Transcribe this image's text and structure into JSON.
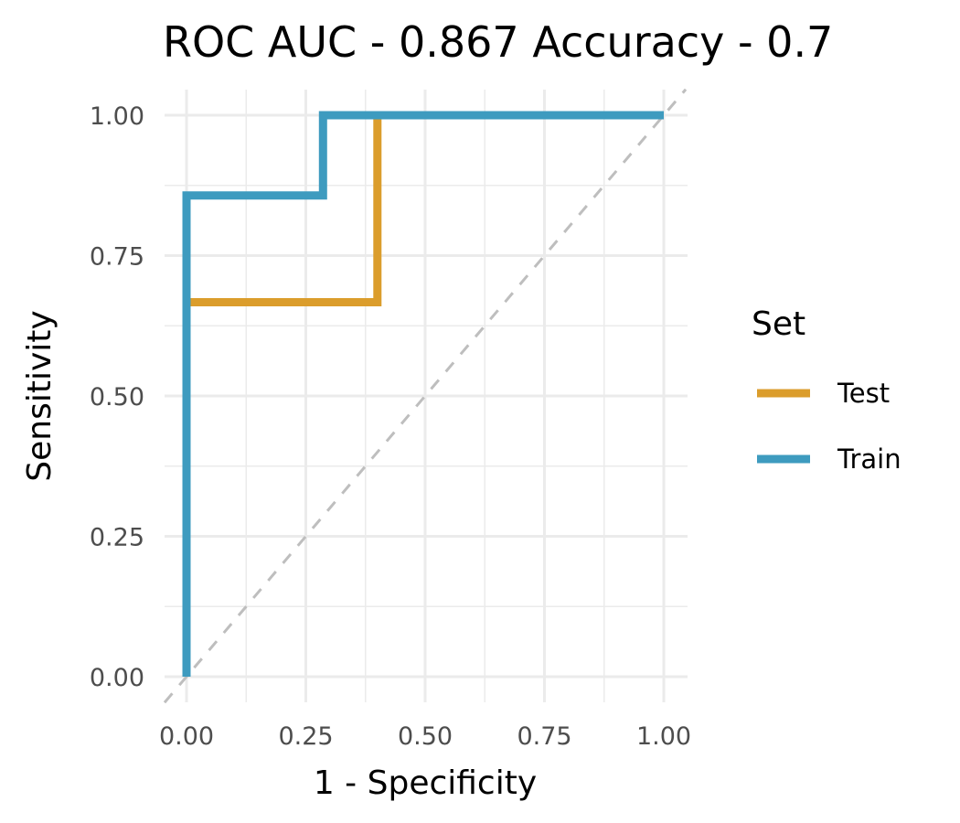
{
  "chart_data": {
    "type": "line",
    "title": "ROC AUC -  0.867 Accuracy - 0.7",
    "xlabel": "1 - Specificity",
    "ylabel": "Sensitivity",
    "xlim": [
      -0.05,
      1.05
    ],
    "ylim": [
      -0.04,
      1.04
    ],
    "xticks": [
      "0.00",
      "0.25",
      "0.50",
      "0.75",
      "1.00"
    ],
    "yticks": [
      "0.00",
      "0.25",
      "0.50",
      "0.75",
      "1.00"
    ],
    "grid": true,
    "diagonal_reference": true,
    "legend": {
      "title": "Set",
      "position": "right"
    },
    "series": [
      {
        "name": "Test",
        "color": "#DB9D2C",
        "x": [
          0,
          0,
          0.4,
          0.4,
          1.0
        ],
        "y": [
          0,
          0.667,
          0.667,
          1.0,
          1.0
        ]
      },
      {
        "name": "Train",
        "color": "#3E9BBF",
        "x": [
          0,
          0,
          0.286,
          0.286,
          1.0
        ],
        "y": [
          0,
          0.857,
          0.857,
          1.0,
          1.0
        ]
      }
    ]
  }
}
